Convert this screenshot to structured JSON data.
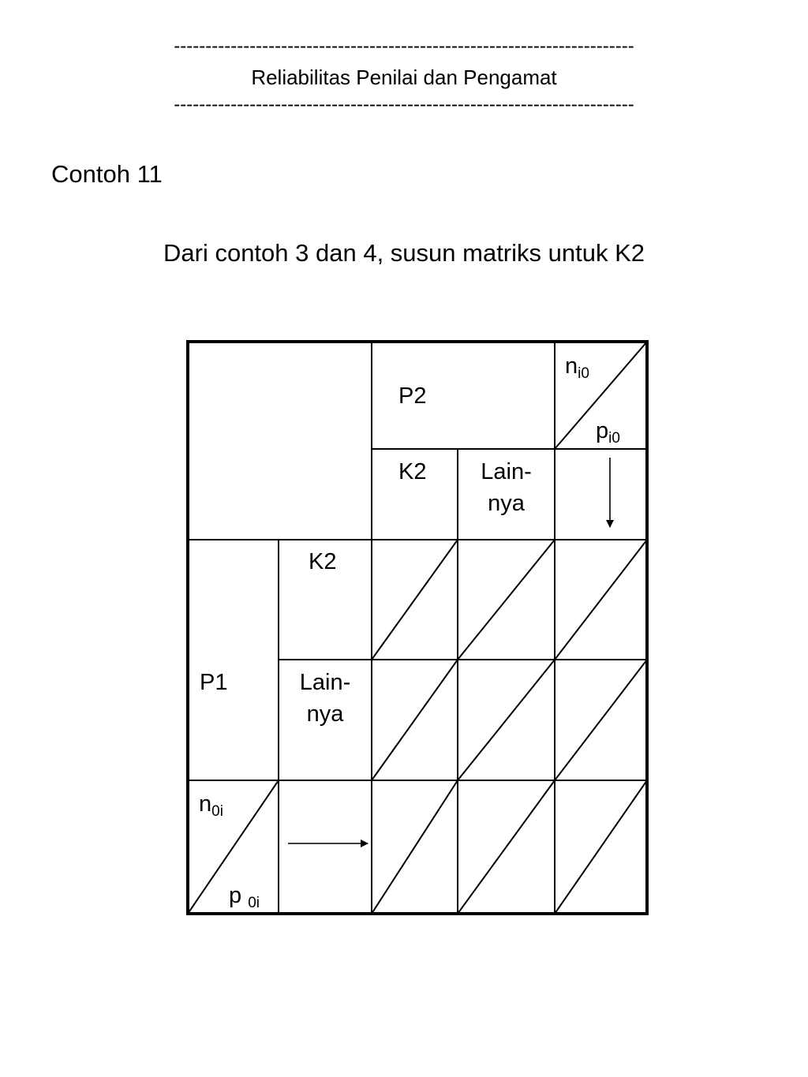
{
  "header": {
    "dashes": "-------------------------------------------------------------------------",
    "title": "Reliabilitas Penilai dan Pengamat"
  },
  "example": {
    "title": "Contoh 11",
    "instruction": "Dari contoh 3 dan 4, susun matriks untuk K2"
  },
  "matrix": {
    "column_group": "P2",
    "row_group": "P1",
    "col_k2": "K2",
    "col_other_line1": "Lain-",
    "col_other_line2": "nya",
    "row_k2": "K2",
    "row_other_line1": "Lain-",
    "row_other_line2": "nya",
    "row_total": {
      "n": "n",
      "n_sub": "i0",
      "p": "p",
      "p_sub": "i0"
    },
    "col_total": {
      "n": "n",
      "n_sub": "0i",
      "p": "p ",
      "p_sub": "0i"
    }
  }
}
